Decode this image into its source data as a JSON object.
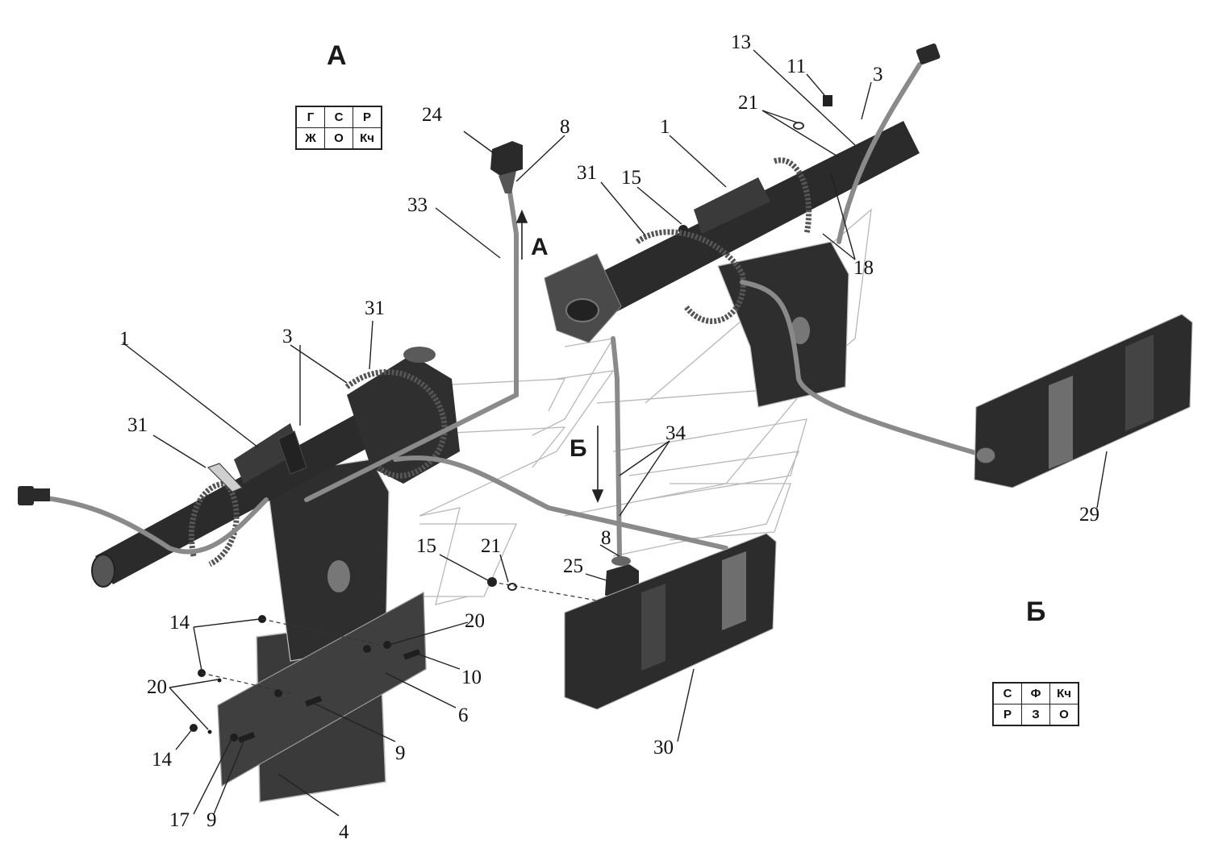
{
  "views": {
    "a_title": "А",
    "b_title": "Б",
    "arrow_a": "А",
    "arrow_b": "Б"
  },
  "connector_a": {
    "top": [
      "Г",
      "С",
      "Р"
    ],
    "bottom": [
      "Ж",
      "О",
      "Кч"
    ]
  },
  "connector_b": {
    "top": [
      "С",
      "Ф",
      "Кч"
    ],
    "bottom": [
      "Р",
      "З",
      "О"
    ]
  },
  "callouts": [
    "1",
    "1",
    "3",
    "3",
    "4",
    "6",
    "8",
    "8",
    "9",
    "9",
    "10",
    "11",
    "13",
    "14",
    "14",
    "15",
    "15",
    "17",
    "18",
    "20",
    "20",
    "21",
    "21",
    "24",
    "25",
    "29",
    "30",
    "31",
    "31",
    "31",
    "33",
    "34"
  ],
  "colors": {
    "part_dark": "#2a2a2a",
    "part_mid": "#4a4a4a",
    "cable": "#8a8a8a",
    "lamp_lens": "#6e6e6e",
    "outline": "#b0b0b0"
  }
}
